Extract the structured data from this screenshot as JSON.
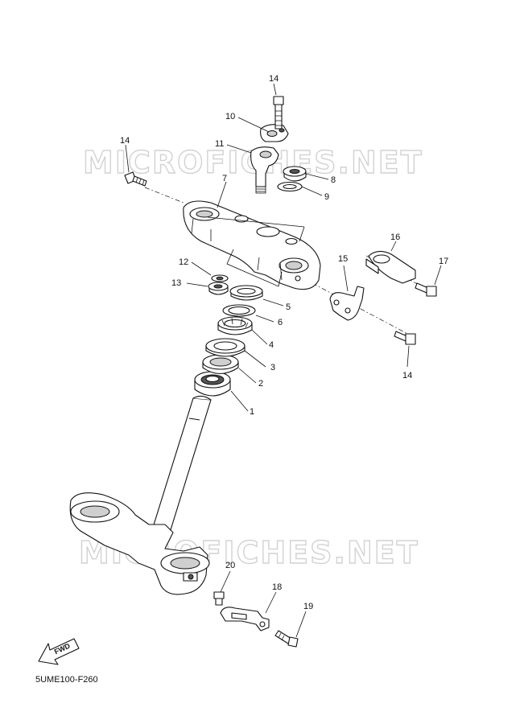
{
  "watermark": "MICROFICHES.NET",
  "diagram_code": "5UME100-F260",
  "fwd_label": "FWD",
  "callouts": {
    "c1": "1",
    "c2": "2",
    "c3": "3",
    "c4": "4",
    "c5": "5",
    "c6": "6",
    "c7": "7",
    "c8": "8",
    "c9": "9",
    "c10": "10",
    "c11": "11",
    "c12": "12",
    "c13": "13",
    "c14a": "14",
    "c14b": "14",
    "c14c": "14",
    "c15": "15",
    "c16": "16",
    "c17": "17",
    "c18": "18",
    "c19": "19",
    "c20": "20"
  },
  "icons": [
    "fwd-arrow-icon"
  ]
}
